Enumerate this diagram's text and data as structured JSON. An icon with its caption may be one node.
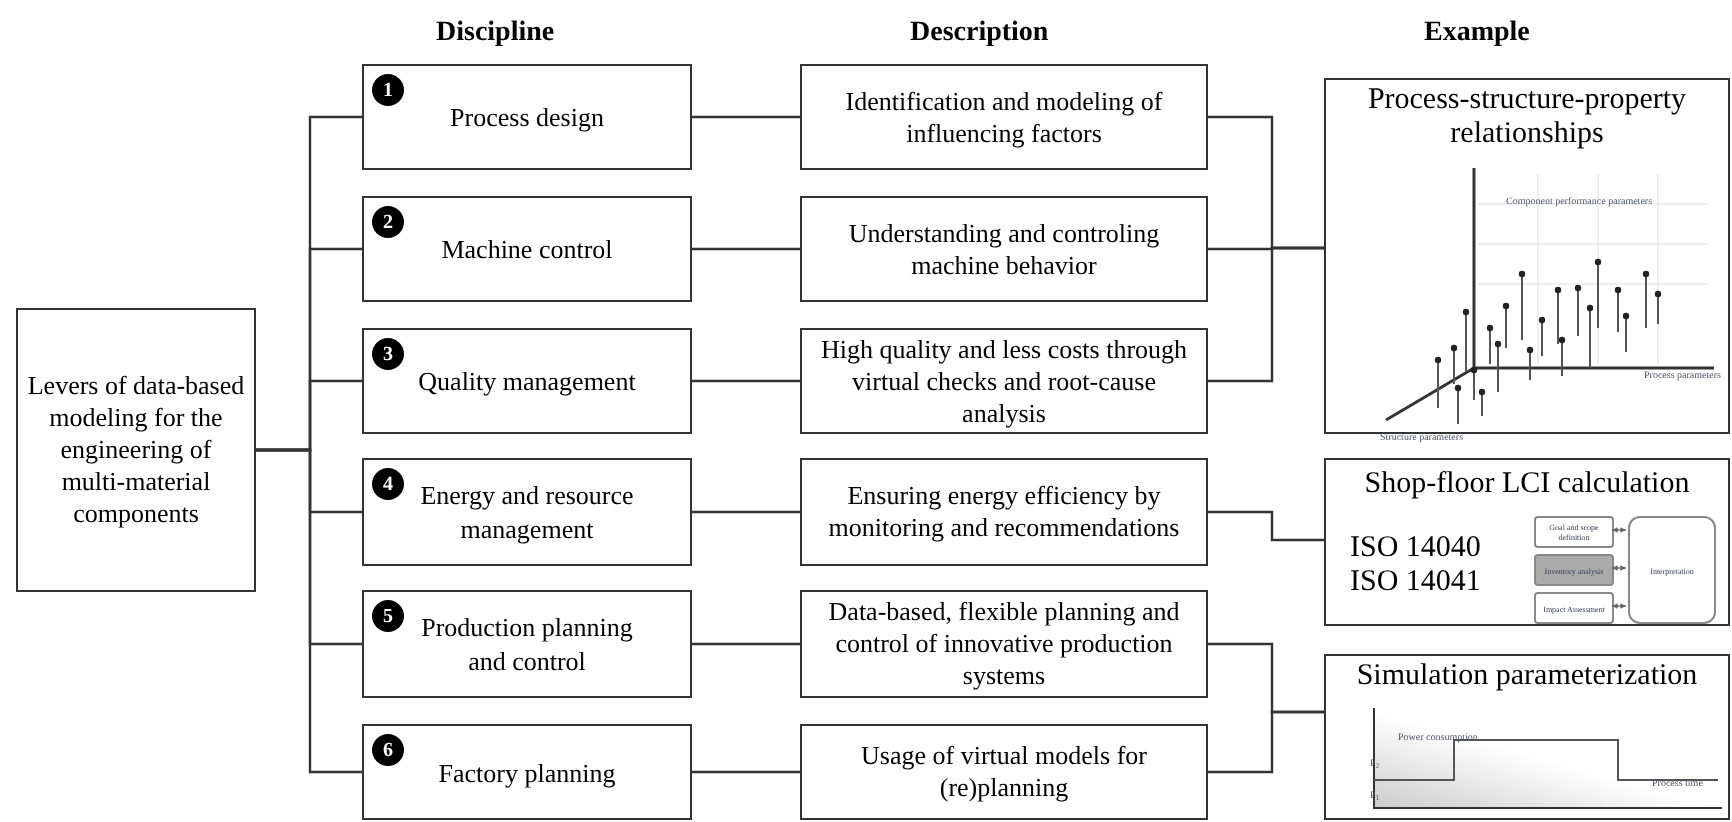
{
  "diagram": {
    "nodes": [
      {
        "text": [
          "Levers of data-based modeling for the engineering of multi-material components"
        ]
      },
      {
        "text": [
          "1",
          "Process design"
        ]
      },
      {
        "text": [
          "2",
          "Machine control"
        ]
      },
      {
        "text": [
          "3",
          "Quality management"
        ]
      },
      {
        "text": [
          "4",
          "Energy and resource management"
        ]
      },
      {
        "text": [
          "5",
          "Production planning and control"
        ]
      },
      {
        "text": [
          "6",
          "Factory planning"
        ]
      },
      {
        "text": [
          "Identification and modeling of influencing factors"
        ]
      },
      {
        "text": [
          "Understanding and controling machine behavior"
        ]
      },
      {
        "text": [
          "High quality and less costs through virtual checks and root-cause analysis"
        ]
      },
      {
        "text": [
          "Ensuring energy efficiency by monitoring and recommendations"
        ]
      },
      {
        "text": [
          "Data-based, flexible planning and control of innovative production systems"
        ]
      },
      {
        "text": [
          "Usage of virtual models for (re)planning"
        ]
      },
      {
        "text": [
          "Process-structure-property relationships"
        ]
      },
      {
        "text": [
          "Shop-floor LCI calculation",
          "ISO 14040",
          "ISO 14041"
        ]
      },
      {
        "text": [
          "Simulation parameterization"
        ]
      },
      {
        "text": [
          "Goal and scope definition"
        ],
        "in": 14
      },
      {
        "text": [
          "Inventory analysis"
        ],
        "in": 14
      },
      {
        "text": [
          "Impact Assessment"
        ],
        "in": 14
      },
      {
        "text": [
          "Interpretation"
        ],
        "in": 14
      }
    ],
    "edges": [
      {
        "from": 0,
        "to": 1,
        "arrow": "none"
      },
      {
        "from": 0,
        "to": 2,
        "arrow": "none"
      },
      {
        "from": 0,
        "to": 3,
        "arrow": "none"
      },
      {
        "from": 0,
        "to": 4,
        "arrow": "none"
      },
      {
        "from": 0,
        "to": 5,
        "arrow": "none"
      },
      {
        "from": 0,
        "to": 6,
        "arrow": "none"
      },
      {
        "from": 1,
        "to": 7,
        "arrow": "none"
      },
      {
        "from": 2,
        "to": 8,
        "arrow": "none"
      },
      {
        "from": 3,
        "to": 9,
        "arrow": "none"
      },
      {
        "from": 4,
        "to": 10,
        "arrow": "none"
      },
      {
        "from": 5,
        "to": 11,
        "arrow": "none"
      },
      {
        "from": 6,
        "to": 12,
        "arrow": "none"
      },
      {
        "from": 7,
        "to": 13,
        "arrow": "none"
      },
      {
        "from": 8,
        "to": 13,
        "arrow": "none"
      },
      {
        "from": 9,
        "to": 13,
        "arrow": "none"
      },
      {
        "from": 10,
        "to": 14,
        "arrow": "none"
      },
      {
        "from": 11,
        "to": 15,
        "arrow": "none"
      },
      {
        "from": 12,
        "to": 15,
        "arrow": "none"
      },
      {
        "from": 16,
        "to": 19,
        "arrow": "both"
      },
      {
        "from": 17,
        "to": 19,
        "arrow": "both"
      },
      {
        "from": 18,
        "to": 19,
        "arrow": "both"
      }
    ],
    "labels": [
      "Discipline",
      "Description",
      "Example",
      "Component performance parameters",
      "Process parameters",
      "Structure parameters",
      "Power consumption",
      "P$_{2}$",
      "P$_{1}$",
      "Process time"
    ]
  }
}
